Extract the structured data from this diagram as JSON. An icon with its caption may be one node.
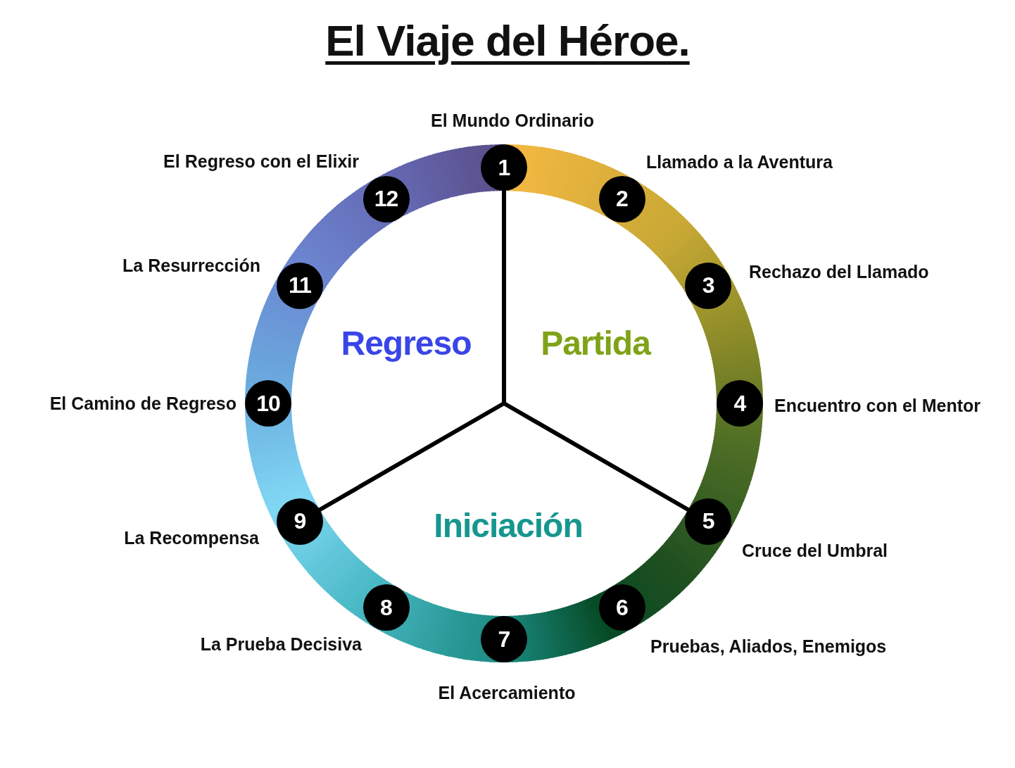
{
  "diagram": {
    "title": "El Viaje del Héroe.",
    "nodes": [
      {
        "text": [
          "1"
        ],
        "beside": [
          "El Mundo Ordinario"
        ]
      },
      {
        "text": [
          "2"
        ],
        "beside": [
          "Llamado a la Aventura"
        ]
      },
      {
        "text": [
          "3"
        ],
        "beside": [
          "Rechazo del Llamado"
        ]
      },
      {
        "text": [
          "4"
        ],
        "beside": [
          "Encuentro con el Mentor"
        ]
      },
      {
        "text": [
          "5"
        ],
        "beside": [
          "Cruce del Umbral"
        ]
      },
      {
        "text": [
          "6"
        ],
        "beside": [
          "Pruebas, Aliados, Enemigos"
        ]
      },
      {
        "text": [
          "7"
        ],
        "beside": [
          "El Acercamiento"
        ]
      },
      {
        "text": [
          "8"
        ],
        "beside": [
          "La Prueba Decisiva"
        ]
      },
      {
        "text": [
          "9"
        ],
        "beside": [
          "La Recompensa"
        ]
      },
      {
        "text": [
          "10"
        ],
        "beside": [
          "El Camino de Regreso"
        ]
      },
      {
        "text": [
          "11"
        ],
        "beside": [
          "La Resurrección"
        ]
      },
      {
        "text": [
          "12"
        ],
        "beside": [
          "El Regreso con el Elixir"
        ]
      }
    ],
    "labels": [
      "Regreso",
      "Partida",
      "Iniciación"
    ]
  }
}
